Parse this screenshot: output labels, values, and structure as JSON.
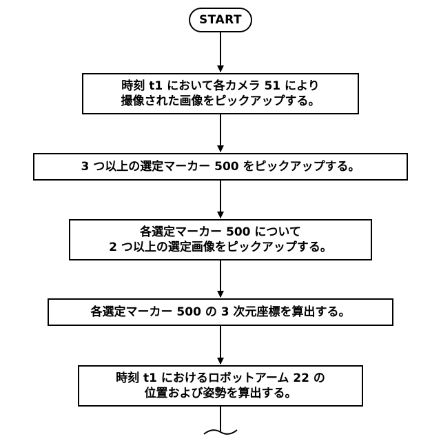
{
  "start_label": "START",
  "steps": [
    {
      "lines": [
        "時刻 t1 において各カメラ 51 により",
        "撮像された画像をピックアップする。"
      ]
    },
    {
      "lines": [
        "3 つ以上の選定マーカー 500 をピックアップする。"
      ]
    },
    {
      "lines": [
        "各選定マーカー 500 について",
        "2 つ以上の選定画像をピックアップする。"
      ]
    },
    {
      "lines": [
        "各選定マーカー 500 の 3 次元座標を算出する。"
      ]
    },
    {
      "lines": [
        "時刻 t1 におけるロボットアーム 22 の",
        "位置および姿勢を算出する。"
      ]
    }
  ]
}
